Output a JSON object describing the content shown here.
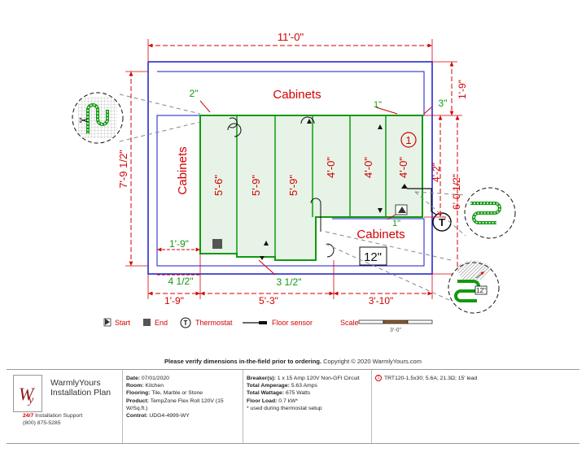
{
  "room": {
    "dims": {
      "top_width": "11'-0\"",
      "left_height": "7'-9 1/2\"",
      "right_top": "1'-9\"",
      "right_mid": "4'-2\"",
      "right_outer": "6'-0 1/2\"",
      "inner_3": "3\"",
      "inner_2": "2\"",
      "inner_1_top": "1\"",
      "inner_1_mid": "1\"",
      "left_1_9": "1'-9\"",
      "bottom_4_half": "4 1/2\"",
      "bottom_3_half": "3 1/2\"",
      "bottom_1_9": "1'-9\"",
      "bottom_5_3": "5'-3\"",
      "bottom_3_10": "3'-10\""
    },
    "labels": {
      "cabinets_top": "Cabinets",
      "cabinets_left": "Cabinets",
      "cabinets_right": "Cabinets"
    },
    "zones": [
      "5'-6\"",
      "5'-9\"",
      "5'-9\"",
      "4'-0\"",
      "4'-0\"",
      "4'-0\""
    ],
    "run_number": "1",
    "detail_label": "12\"",
    "detail_label_small": "12\""
  },
  "legend": {
    "start": "Start",
    "end": "End",
    "thermostat": "Thermostat",
    "thermostat_symbol": "T",
    "floor_sensor": "Floor sensor",
    "scale": "Scale",
    "scale_value": "3'-0\""
  },
  "footer": {
    "verify_bold": "Please verify dimensions in-the-field prior to ordering.",
    "copyright": "Copyright © 2020 WarmlyYours.com",
    "brand_line1": "WarmlyYours",
    "brand_line2": "Installation Plan",
    "support_prefix": "24/7",
    "support_label": "Installation Support",
    "support_phone": "(800) 875-5285",
    "date_label": "Date:",
    "date": "07/01/2020",
    "room_label": "Room:",
    "room": "Kitchen",
    "flooring_label": "Flooring:",
    "flooring": "Tile, Marble or Stone",
    "product_label": "Product:",
    "product": "TempZone Flex Roll 120V (15 W/Sq.ft.)",
    "control_label": "Control:",
    "control": "UDG4-4999-WY",
    "breakers_label": "Breaker(s):",
    "breakers": "1 x 15 Amp 120V Non-GFI Circuit",
    "amperage_label": "Total Amperage:",
    "amperage": "5.63 Amps",
    "wattage_label": "Total Wattage:",
    "wattage": "675 Watts",
    "load_label": "Floor Load:",
    "load": "0.7 kW*",
    "note": "* used during thermostat setup",
    "material_num": "1",
    "material": "TRT120-1.5x30; 5.6A; 21.3Ω; 15' lead"
  },
  "colors": {
    "dimension": "#d40000",
    "wall": "#1a1acc",
    "mat": "#119911",
    "mat_fill": "#e6f3e6"
  }
}
